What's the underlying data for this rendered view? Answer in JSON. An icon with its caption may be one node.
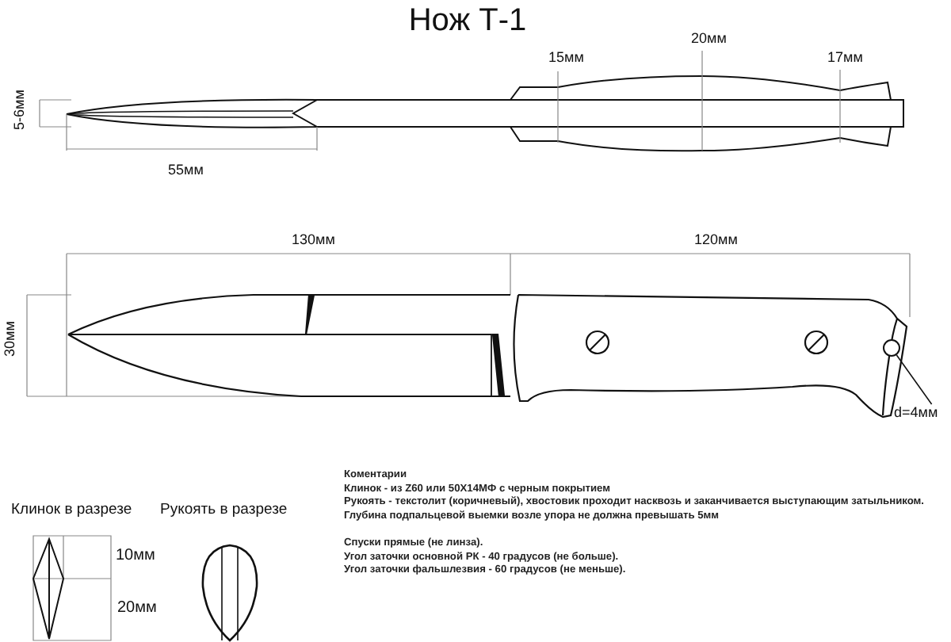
{
  "diagram": {
    "title": "Нож Т-1",
    "nodes": [
      {
        "text": [
          "d=4мм"
        ]
      },
      {
        "text": [],
        "shape": "circle"
      }
    ],
    "edges": [
      {
        "from": 0,
        "to": 1,
        "arrow": "none"
      }
    ],
    "labels": [
      "15мм",
      "20мм",
      "17мм",
      "5-6мм",
      "55мм",
      "130мм",
      "120мм",
      "30мм",
      "Клинок в разрезе",
      "Рукоять в разрезе",
      "10мм",
      "20мм",
      "Коментарии",
      "Клинок - из Z60 или 50Х14МФ с черным покрытием",
      "Рукоять - текстолит (коричневый), хвостовик проходит насквозь и заканчивается выступающим затыльником.",
      "Глубина подпальцевой выемки возле упора не должна превышать 5мм",
      "Спуски прямые (не линза).",
      "Угол заточки основной РК - 40 градусов (не больше).",
      "Угол заточки фальшлезвия - 60 градусов (не меньше)."
    ]
  }
}
